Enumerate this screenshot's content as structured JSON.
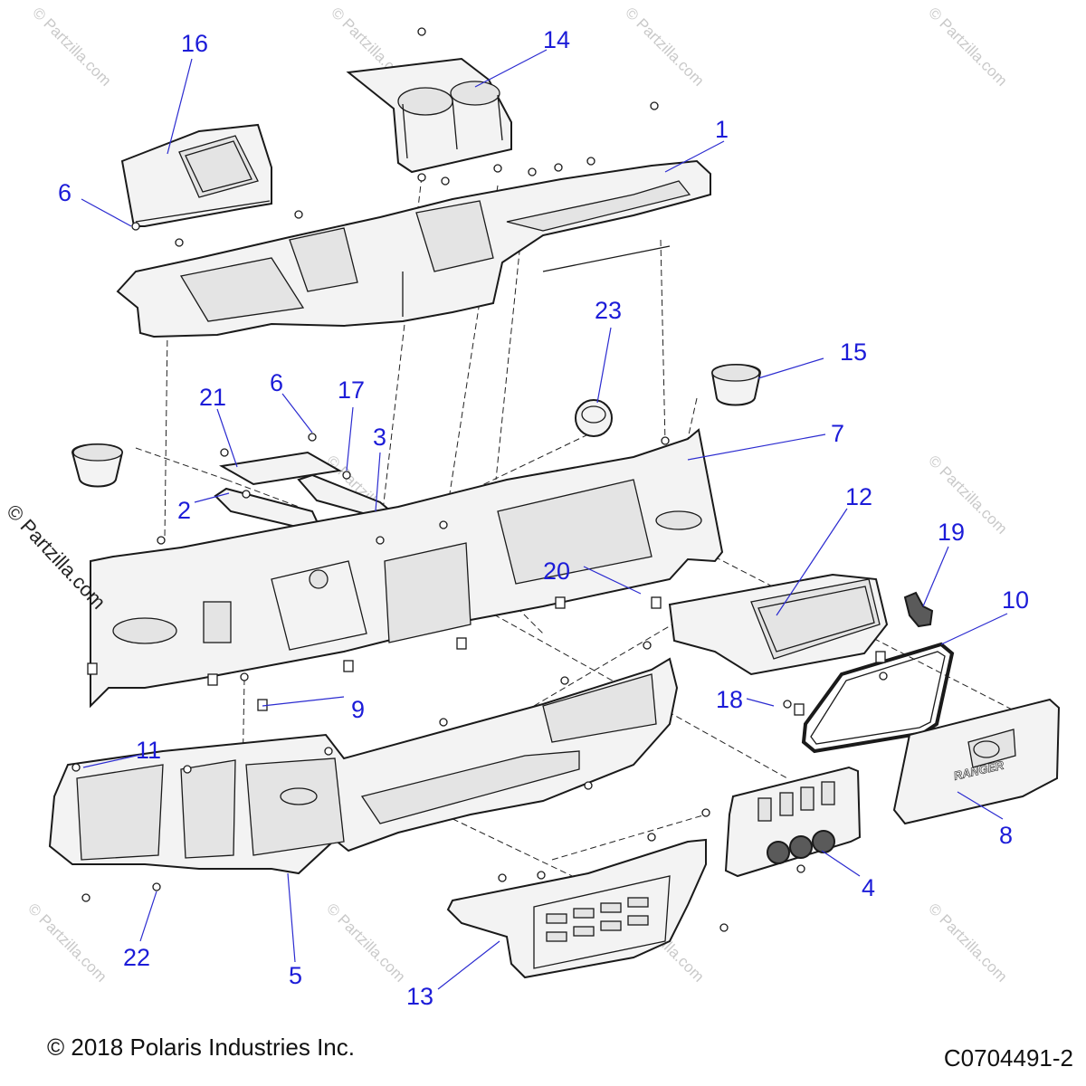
{
  "diagram": {
    "copyright": "© 2018 Polaris Industries Inc.",
    "diagram_code": "C0704491-2",
    "side_watermark": "© Partzilla.com",
    "watermark_text": "© Partzilla.com",
    "emblem_text": "RANGER",
    "callouts": [
      {
        "id": "c1",
        "label": "1"
      },
      {
        "id": "c2",
        "label": "2"
      },
      {
        "id": "c3",
        "label": "3"
      },
      {
        "id": "c4",
        "label": "4"
      },
      {
        "id": "c5",
        "label": "5"
      },
      {
        "id": "c6a",
        "label": "6"
      },
      {
        "id": "c6b",
        "label": "6"
      },
      {
        "id": "c7",
        "label": "7"
      },
      {
        "id": "c8",
        "label": "8"
      },
      {
        "id": "c9",
        "label": "9"
      },
      {
        "id": "c10",
        "label": "10"
      },
      {
        "id": "c11",
        "label": "11"
      },
      {
        "id": "c12",
        "label": "12"
      },
      {
        "id": "c13",
        "label": "13"
      },
      {
        "id": "c14",
        "label": "14"
      },
      {
        "id": "c15",
        "label": "15"
      },
      {
        "id": "c16",
        "label": "16"
      },
      {
        "id": "c17",
        "label": "17"
      },
      {
        "id": "c18",
        "label": "18"
      },
      {
        "id": "c19",
        "label": "19"
      },
      {
        "id": "c20",
        "label": "20"
      },
      {
        "id": "c21",
        "label": "21"
      },
      {
        "id": "c22",
        "label": "22"
      },
      {
        "id": "c23",
        "label": "23"
      }
    ],
    "colors": {
      "callout": "#1c1cd8",
      "line": "#1a1a1a",
      "part_fill": "#f3f3f3",
      "watermark": "#c9c9c9"
    }
  }
}
